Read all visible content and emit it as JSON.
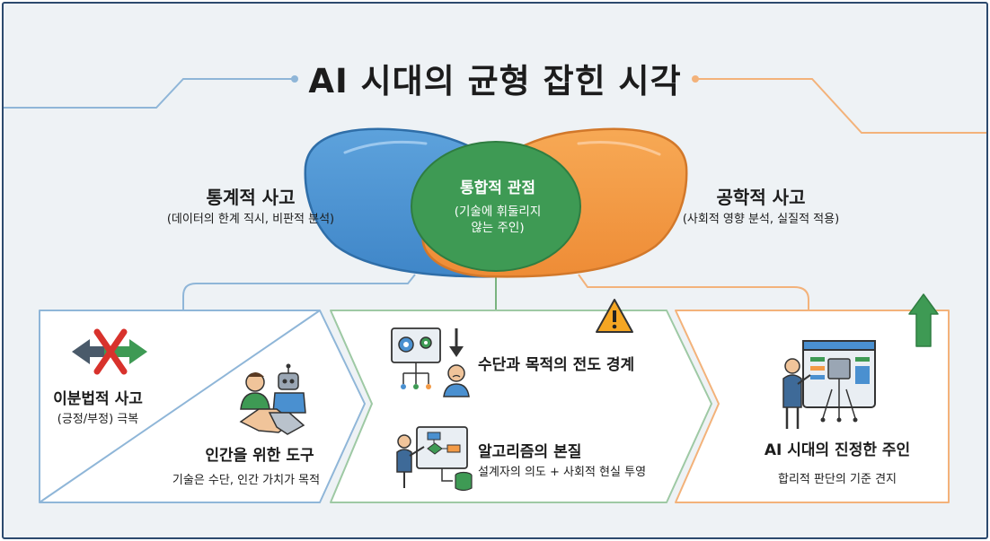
{
  "title": "AI 시대의 균형 잡힌 시각",
  "left": {
    "heading": "통계적 사고",
    "sub": "(데이터의 한계 직시, 비판적 분석)"
  },
  "right": {
    "heading": "공학적 사고",
    "sub": "(사회적 영향 분석, 실질적 적용)"
  },
  "center": {
    "heading": "통합적 관점",
    "sub_line1": "(기술에 휘둘리지",
    "sub_line2": "않는 주인)"
  },
  "panel1": {
    "a_heading": "이분법적 사고",
    "a_sub": "(긍정/부정) 극복",
    "b_heading": "인간을 위한 도구",
    "b_sub": "기술은 수단, 인간 가치가 목적"
  },
  "panel2": {
    "a_heading": "수단과 목적의 전도 경계",
    "b_heading": "알고리즘의 본질",
    "b_sub": "설계자의 의도 + 사회적 현실 투영"
  },
  "panel3": {
    "heading": "AI 시대의 진정한 주인",
    "sub": "합리적 판단의 기준 견지"
  },
  "colors": {
    "blue": "#4a90d0",
    "orange": "#f29a46",
    "green": "#3e9a54",
    "frame": "#2c4a6e"
  },
  "icons": [
    "split-arrows-x-icon",
    "handshake-human-robot-icon",
    "gears-confused-person-icon",
    "warning-icon",
    "algorithm-flowchart-icon",
    "ai-chip-presenter-icon",
    "green-up-arrow-icon"
  ]
}
